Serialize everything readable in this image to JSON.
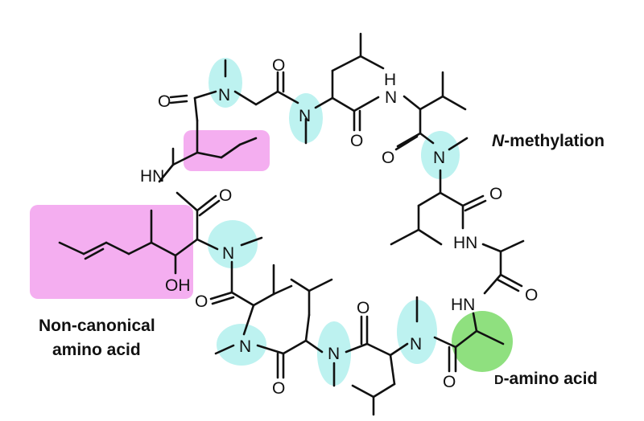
{
  "labels": {
    "n_methylation_prefix": "N",
    "n_methylation_rest": "-methylation",
    "noncanonical_line1": "Non-canonical",
    "noncanonical_line2": "amino acid",
    "d_amino_prefix": "D",
    "d_amino_rest": "-amino acid"
  },
  "atoms": {
    "O": "O",
    "N": "N",
    "HN": "HN",
    "NH": "NH",
    "H": "H",
    "OH": "OH"
  },
  "colors": {
    "n_methyl_highlight": "#bdf2f0",
    "noncanonical_highlight": "#f4aef0",
    "d_amino_highlight": "#8fe07f"
  }
}
